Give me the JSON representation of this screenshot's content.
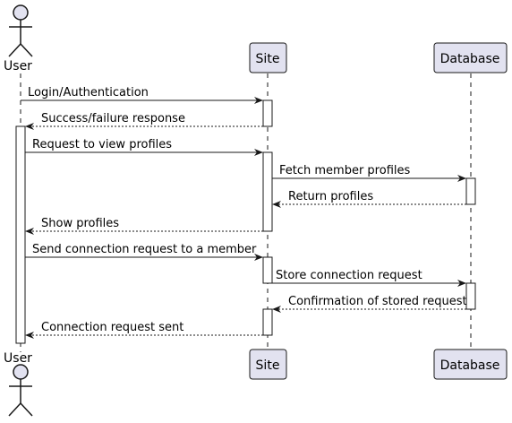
{
  "colors": {
    "participant_fill": "#E2E2F0",
    "participant_stroke": "#181818",
    "lifeline": "#181818",
    "activation_fill": "#FFFFFF",
    "arrow": "#181818"
  },
  "participants": [
    {
      "id": "user",
      "kind": "actor",
      "label": "User"
    },
    {
      "id": "site",
      "kind": "participant",
      "label": "Site"
    },
    {
      "id": "db",
      "kind": "participant",
      "label": "Database"
    }
  ],
  "messages": [
    {
      "from": "user",
      "to": "site",
      "label": "Login/Authentication",
      "style": "sync"
    },
    {
      "from": "site",
      "to": "user",
      "label": "Success/failure response",
      "style": "reply"
    },
    {
      "from": "user",
      "to": "site",
      "label": "Request to view profiles",
      "style": "sync"
    },
    {
      "from": "site",
      "to": "db",
      "label": "Fetch member profiles",
      "style": "sync"
    },
    {
      "from": "db",
      "to": "site",
      "label": "Return profiles",
      "style": "reply"
    },
    {
      "from": "site",
      "to": "user",
      "label": "Show profiles",
      "style": "reply"
    },
    {
      "from": "user",
      "to": "site",
      "label": "Send connection request to a member",
      "style": "sync"
    },
    {
      "from": "site",
      "to": "db",
      "label": "Store connection request",
      "style": "sync"
    },
    {
      "from": "db",
      "to": "site",
      "label": "Confirmation of stored request",
      "style": "reply"
    },
    {
      "from": "site",
      "to": "user",
      "label": "Connection request sent",
      "style": "reply"
    }
  ]
}
